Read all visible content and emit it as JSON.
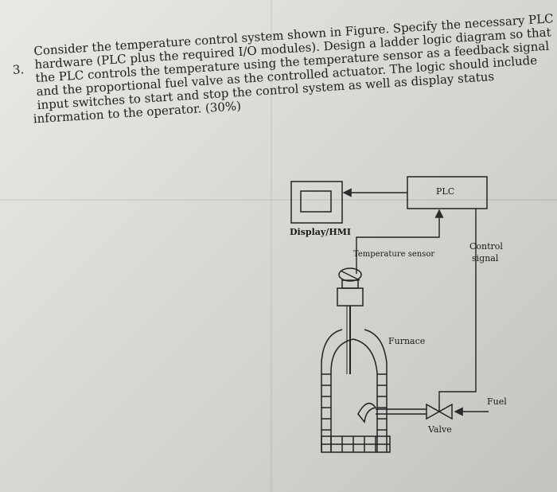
{
  "question": {
    "number": "3.",
    "lines": [
      "Consider the temperature control system shown in Figure. Specify the necessary PLC",
      "hardware (PLC plus the required I/O modules). Design a ladder logic diagram so that",
      "the PLC controls the temperature using the temperature sensor as a feedback signal",
      "and the proportional fuel valve as the controlled actuator. The logic should include",
      "input switches to start and stop the control system as well as display status",
      "information to the operator. (30%)"
    ]
  },
  "figure": {
    "plc_label": "PLC",
    "display_label": "Display/HMI",
    "sensor_label": "Temperature sensor",
    "control_signal_label_1": "Control",
    "control_signal_label_2": "signal",
    "furnace_label": "Furnace",
    "fuel_label": "Fuel",
    "valve_label": "Valve"
  }
}
